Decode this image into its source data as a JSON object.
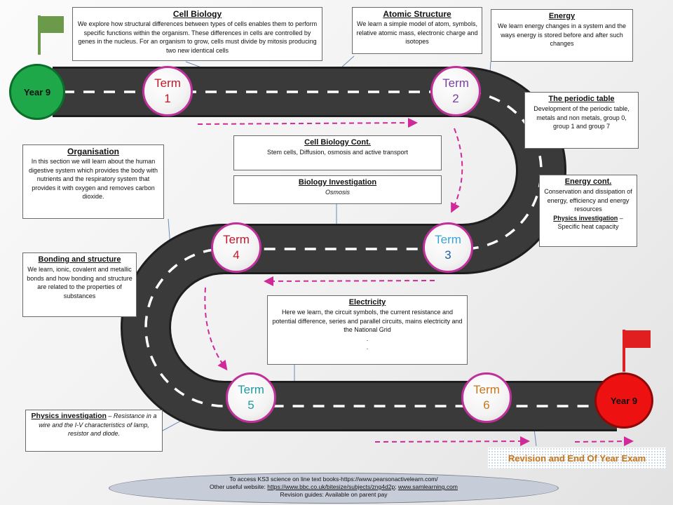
{
  "cell_biology": {
    "title": "Cell Biology",
    "body": "We explore how structural differences between types of cells enables them to perform specific functions within the organism. These differences in cells are controlled by genes in the nucleus. For an organism to grow, cells must divide by mitosis producing two new identical cells"
  },
  "atomic_structure": {
    "title": "Atomic Structure",
    "body": "We learn a simple model of atom, symbols, relative atomic mass, electronic charge and isotopes"
  },
  "energy": {
    "title": "Energy",
    "body": "We learn energy changes in a system and the ways energy is stored before and after such changes"
  },
  "periodic_table": {
    "title": "The periodic table",
    "body": "Development of the periodic table, metals and non metals, group 0, group 1 and group 7"
  },
  "cell_biology_cont": {
    "title": "Cell Biology Cont.",
    "body": "Stem cells, Diffusion, osmosis and active transport"
  },
  "biology_investigation": {
    "title": "Biology Investigation",
    "body": "Osmosis"
  },
  "energy_cont": {
    "title": "Energy cont.",
    "body": "Conservation and dissipation of energy, efficiency and energy resources",
    "sub_title": "Physics investigation",
    "sub_body": " – Specific heat capacity"
  },
  "organisation": {
    "title": "Organisation",
    "body": "In this section we will learn about the human digestive system which provides the body with nutrients and the respiratory system that provides it with oxygen and removes carbon dioxide."
  },
  "bonding": {
    "title": "Bonding and structure",
    "body": "We learn, ionic, covalent and metallic bonds and how bonding and structure are related to the properties of substances"
  },
  "electricity": {
    "title": "Electricity",
    "body": "Here we learn, the circuit symbols, the current resistance and potential difference, series and parallel circuits, mains electricity and the National Grid",
    "dots": ".\n."
  },
  "physics_investigation": {
    "title": "Physics investigation",
    "body": " – Resistance in a wire and the I-V characteristics of lamp, resistor and diode."
  },
  "terms": [
    {
      "word": "Term",
      "num": "1",
      "color": "#c0182a"
    },
    {
      "word": "Term",
      "num": "2",
      "color": "#7a3ea0"
    },
    {
      "word": "Term",
      "num": "3",
      "color": "#3aa3d8"
    },
    {
      "word": "Term",
      "num": "4",
      "color": "#c0182a"
    },
    {
      "word": "Term",
      "num": "5",
      "color": "#1f9aa0"
    },
    {
      "word": "Term",
      "num": "6",
      "color": "#c8761a"
    }
  ],
  "year_start": {
    "label": "Year 9",
    "color": "#1fa84a"
  },
  "year_end": {
    "label": "Year 9",
    "color": "#ee1111"
  },
  "revision": "Revision and End Of Year Exam",
  "footer": {
    "line1": "To access KS3 science on line text books-https://www.pearsonactivelearn.com/",
    "line2_prefix": "Other useful website: ",
    "line2_link1": "https://www.bbc.co.uk/bitesize/subjects/zng4d2p",
    "line2_sep": "; ",
    "line2_link2": "www.samlearning.com",
    "line3": "Revision guides: Available on parent pay"
  },
  "colors": {
    "road": "#3a3a3a",
    "dash": "#ffffff",
    "arrow": "#d02a9a",
    "flag_start": "#6a9a4a",
    "flag_end": "#e02020"
  },
  "icons": [
    "flag-icon-start",
    "flag-icon-end",
    "dashed-arrow-icons"
  ]
}
